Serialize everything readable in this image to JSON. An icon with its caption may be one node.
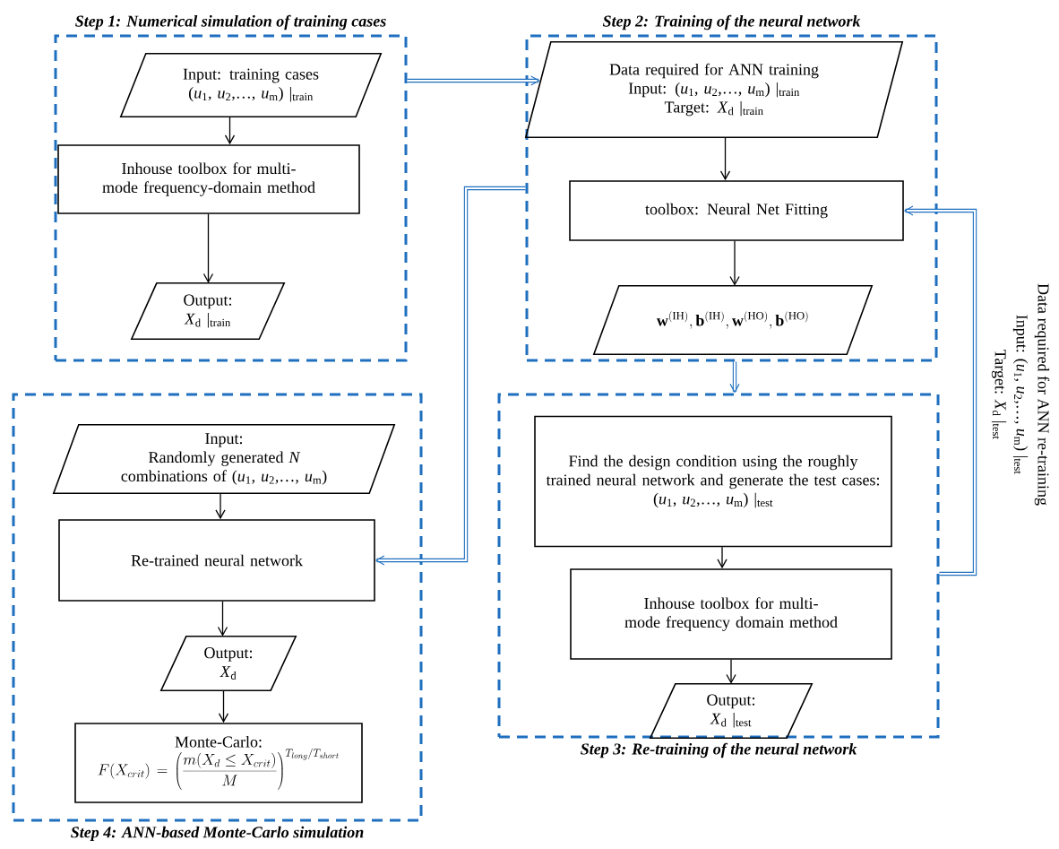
{
  "diagram": {
    "nodes": [
      {
        "text": [
          "Step 1: Numerical simulation of training cases"
        ]
      },
      {
        "text": [
          "Input: training cases",
          "(*u*$_{1}$, *u*$_{2}$,…, *u*$_{m}$) |$_{train}$"
        ],
        "in": 0
      },
      {
        "text": [
          "Inhouse toolbox for multi-mode frequency-domain method"
        ],
        "in": 0
      },
      {
        "text": [
          "Output:",
          "*X*$_{d}$ |$_{train}$"
        ],
        "in": 0
      },
      {
        "text": [
          "Step 2: Training of the neural network"
        ]
      },
      {
        "text": [
          "Data required for ANN training",
          "Input: (*u*$_{1}$, *u*$_{2}$,…, *u*$_{m}$) |$_{train}$",
          "Target: *X*$_{d}$ |$_{train}$"
        ],
        "in": 4
      },
      {
        "text": [
          "toolbox: Neural Net Fitting"
        ],
        "in": 4
      },
      {
        "text": [
          "\\mathbf{w}^{(\\mathrm{IH})},\\mathbf{b}^{(\\mathrm{IH})},\\mathbf{w}^{(\\mathrm{HO})},\\mathbf{b}^{(\\mathrm{HO})}"
        ],
        "in": 4
      },
      {
        "text": [
          "Step 3: Re-training of the neural network"
        ]
      },
      {
        "text": [
          "Find the design condition using the roughly trained neural network and generate the test cases:",
          "(*u*$_{1}$, *u*$_{2}$,…, *u*$_{m}$) |$_{test}$"
        ],
        "in": 8
      },
      {
        "text": [
          "Inhouse toolbox for multi-mode frequency domain method"
        ],
        "in": 8
      },
      {
        "text": [
          "Output:",
          "*X*$_{d}$ |$_{test}$"
        ],
        "in": 8
      },
      {
        "text": [
          "Step 4: ANN-based Monte-Carlo simulation"
        ]
      },
      {
        "text": [
          "Input:",
          "Randomly generated *N* combinations of (*u*$_{1}$, *u*$_{2}$,…, *u*$_{m}$)"
        ],
        "in": 12
      },
      {
        "text": [
          "Re-trained neural network"
        ],
        "in": 12
      },
      {
        "text": [
          "Output:",
          "*X*$_{d}$"
        ],
        "in": 12
      },
      {
        "text": [
          "Monte-Carlo:",
          "F(X_{crit}) = \\left(\\frac{m(X_d \\le X_{crit})}{M}\\right)^{T_{long}/T_{short}}"
        ],
        "in": 12
      }
    ],
    "edges": [
      {
        "from": 1,
        "to": 2,
        "arrow": "to"
      },
      {
        "from": 2,
        "to": 3,
        "arrow": "to"
      },
      {
        "from": 5,
        "to": 6,
        "arrow": "to"
      },
      {
        "from": 6,
        "to": 7,
        "arrow": "to"
      },
      {
        "from": 9,
        "to": 10,
        "arrow": "to"
      },
      {
        "from": 10,
        "to": 11,
        "arrow": "to"
      },
      {
        "from": 13,
        "to": 14,
        "arrow": "to"
      },
      {
        "from": 14,
        "to": 15,
        "arrow": "to"
      },
      {
        "from": 15,
        "to": 16,
        "arrow": "to"
      },
      {
        "from": 0,
        "to": 5,
        "arrow": "to",
        "style": "thick",
        "color": "#1f6fbf"
      },
      {
        "from": 4,
        "to": 14,
        "arrow": "to",
        "style": "thick",
        "color": "#1f6fbf"
      },
      {
        "from": 4,
        "to": 8,
        "arrow": "to",
        "style": "thick",
        "color": "#1f6fbf"
      },
      {
        "from": 8,
        "to": 6,
        "arrow": "to",
        "style": "thick",
        "color": "#1f6fbf"
      }
    ],
    "labels": [
      "Data required for ANN re-training",
      "Input: (*u*$_{1}$, *u*$_{2}$,…, *u*$_{m}$) |$_{test}$",
      "Target: *X*$_{d}$ |$_{test}$"
    ]
  }
}
